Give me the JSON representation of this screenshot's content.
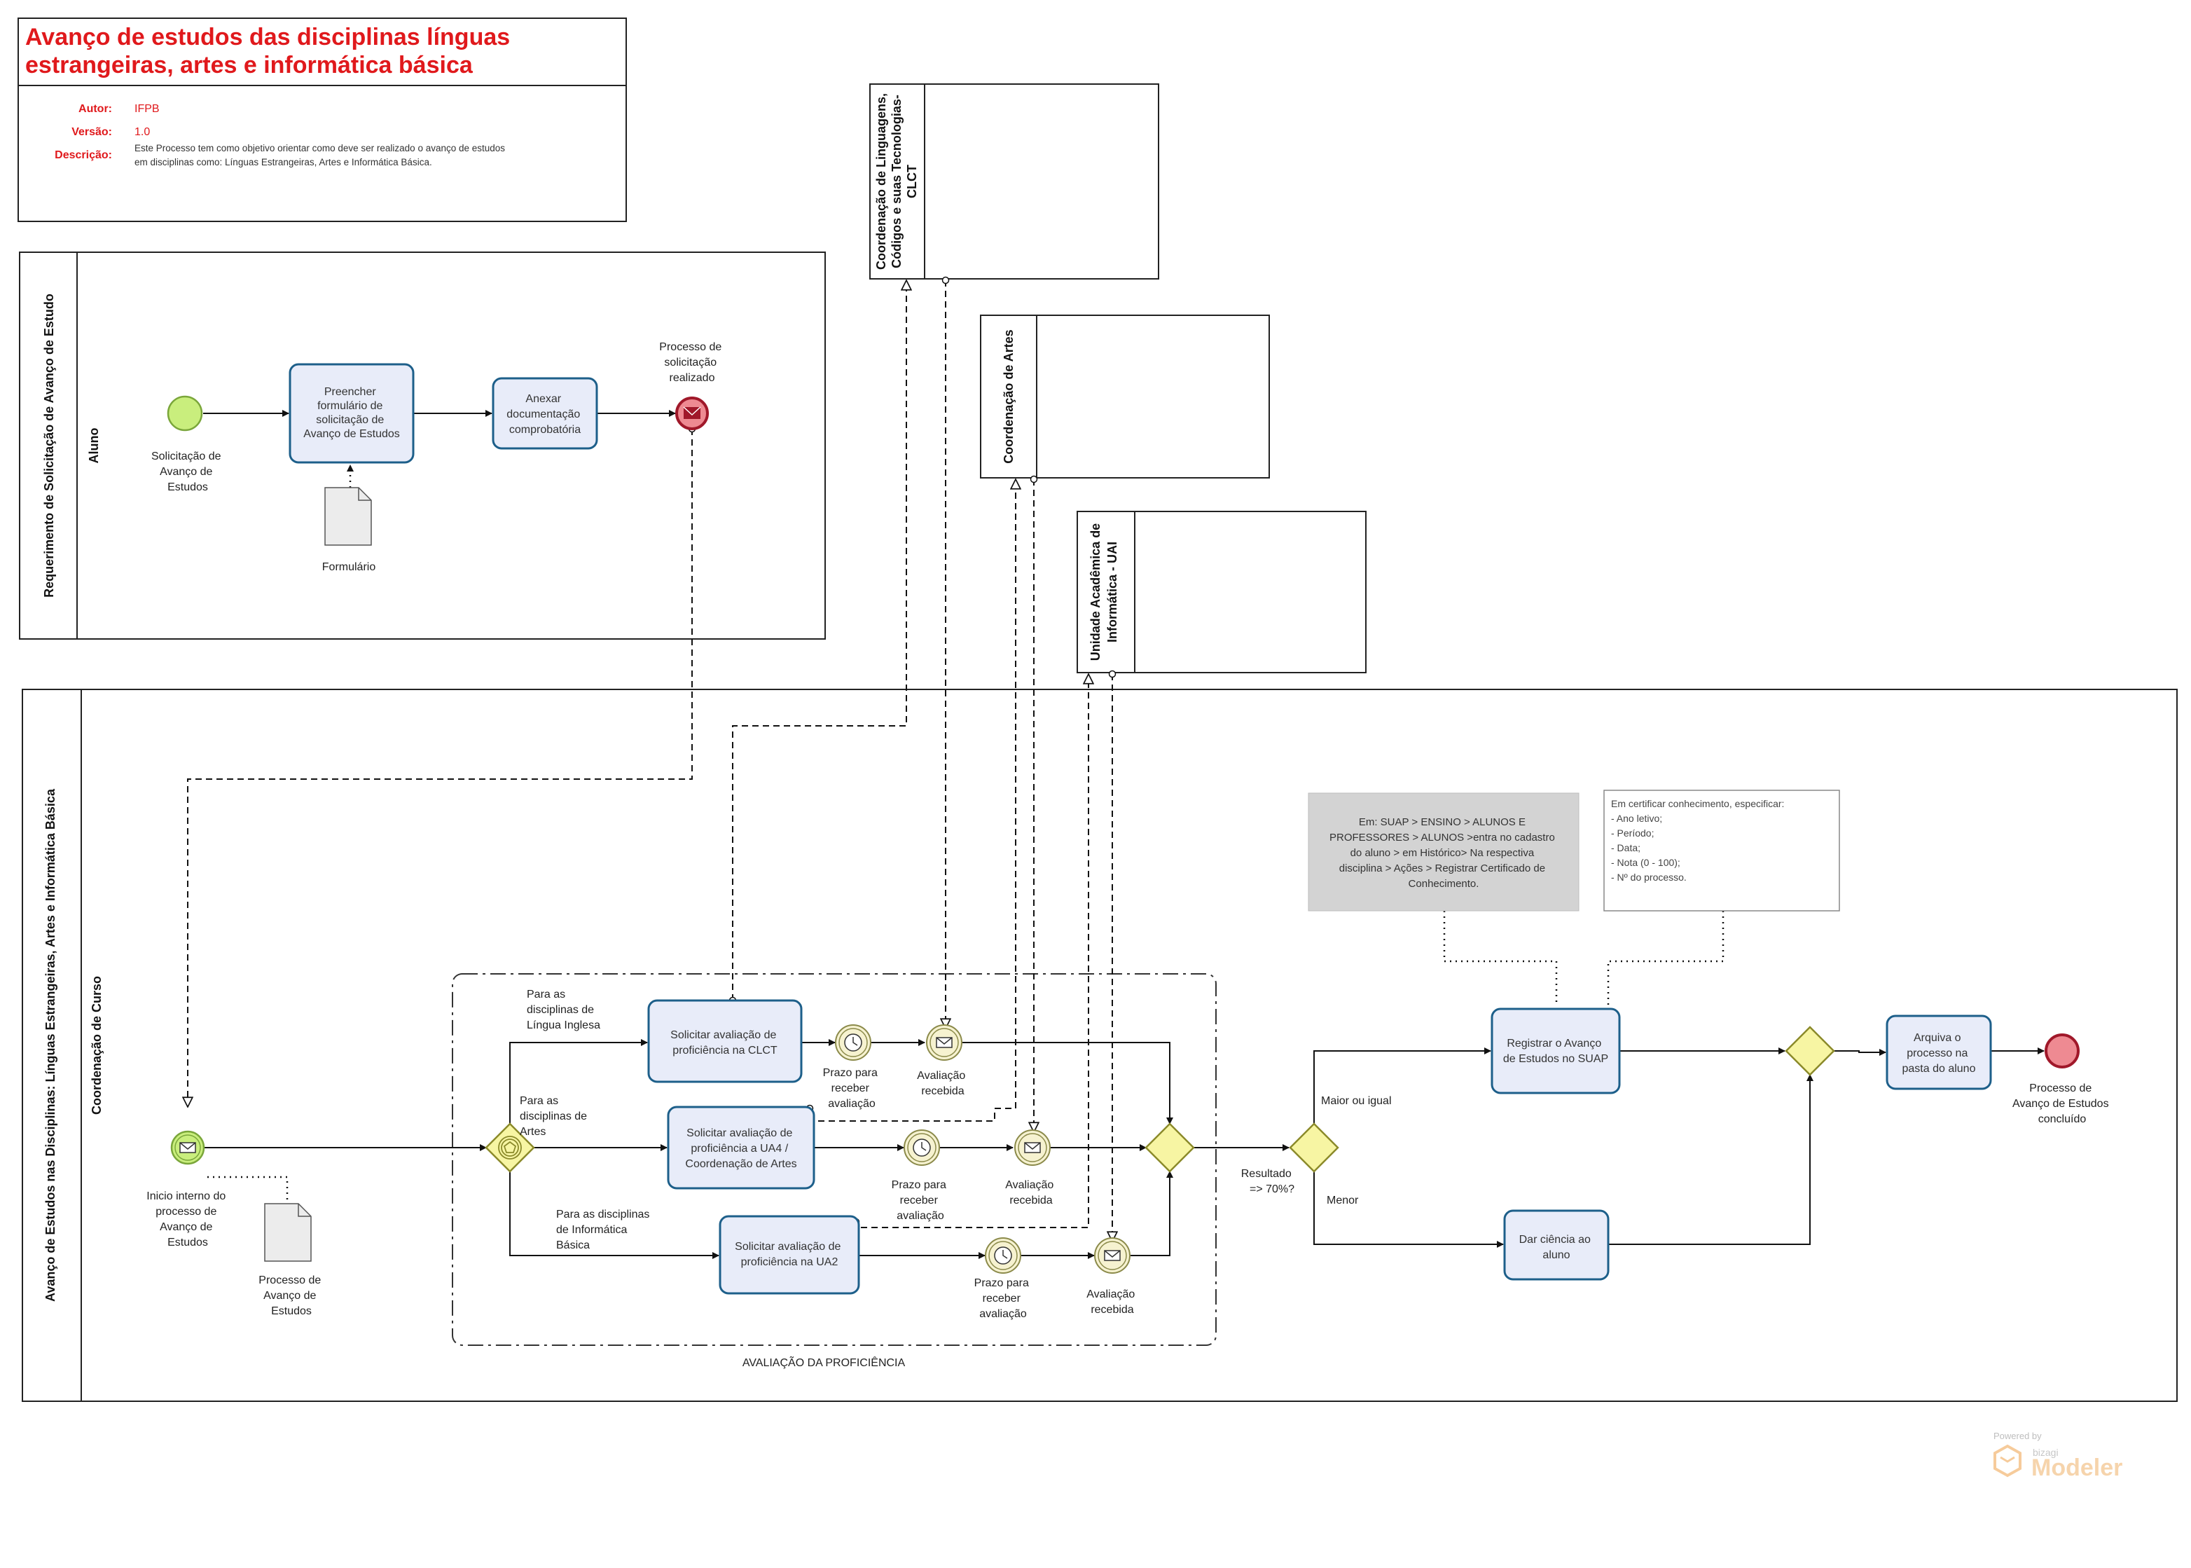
{
  "header": {
    "title_line1": "Avanço de estudos das disciplinas línguas",
    "title_line2": "estrangeiras, artes e informática básica",
    "author_label": "Autor:",
    "author_value": "IFPB",
    "version_label": "Versão:",
    "version_value": "1.0",
    "description_label": "Descrição:",
    "description_line1": "Este Processo tem como objetivo orientar como deve ser realizado o avanço de estudos",
    "description_line2": "em disciplinas como: Línguas Estrangeiras, Artes e Informática Básica."
  },
  "pools": {
    "requerimento": {
      "name": "Requerimento de Solicitação de Avanço de Estudo",
      "lane": "Aluno"
    },
    "clct": {
      "line1": "Coordenação de Linguagens,",
      "line2": "Códigos e suas Tecnologias-",
      "line3": "CLCT"
    },
    "artes": {
      "name": "Coordenação de Artes"
    },
    "uai": {
      "line1": "Unidade Acadêmica de",
      "line2": "Informática - UAI"
    },
    "avanco": {
      "name": "Avanço de Estudos nas Disciplinas: Línguas Estrangeiras, Artes e Informática Básica",
      "lane": "Coordenação de Curso"
    }
  },
  "aluno_lane": {
    "start_event": [
      "Solicitação de",
      "Avanço de",
      "Estudos"
    ],
    "task_form": [
      "Preencher",
      "formulário de",
      "solicitação de",
      "Avanço de Estudos"
    ],
    "task_attach": [
      "Anexar",
      "documentação",
      "comprobatória"
    ],
    "end_event": [
      "Processo de",
      "solicitação",
      "realizado"
    ],
    "document": "Formulário"
  },
  "curso_lane": {
    "start_event": [
      "Inicio interno do",
      "processo de",
      "Avanço de",
      "Estudos"
    ],
    "document": [
      "Processo de",
      "Avanço de",
      "Estudos"
    ],
    "subprocess_label": "AVALIAÇÃO DA PROFICIÊNCIA",
    "branch_ingles": [
      "Para as",
      "disciplinas de",
      "Língua Inglesa"
    ],
    "branch_artes": [
      "Para as",
      "disciplinas de",
      "Artes"
    ],
    "branch_info": [
      "Para as disciplinas",
      "de Informática",
      "Básica"
    ],
    "task_clct": [
      "Solicitar avaliação de",
      "proficiência na CLCT"
    ],
    "task_ua4": [
      "Solicitar avaliação de",
      "proficiência a UA4 /",
      "Coordenação de Artes"
    ],
    "task_ua2": [
      "Solicitar avaliação de",
      "proficiência na UA2"
    ],
    "timer_label": [
      "Prazo para",
      "receber",
      "avaliação"
    ],
    "received_label": [
      "Avaliação",
      "recebida"
    ],
    "gateway_result": [
      "Resultado",
      "=> 70%?"
    ],
    "branch_maior": "Maior ou igual",
    "branch_menor": "Menor",
    "task_suap": [
      "Registrar o Avanço",
      "de Estudos no SUAP"
    ],
    "task_ciencia": [
      "Dar ciência ao",
      "aluno"
    ],
    "task_arquiva": [
      "Arquiva o",
      "processo na",
      "pasta do aluno"
    ],
    "end_event": [
      "Processo de",
      "Avanço de Estudos",
      "concluído"
    ],
    "note_suap": [
      "Em: SUAP > ENSINO > ALUNOS E",
      "PROFESSORES > ALUNOS >entra no cadastro",
      "do aluno > em Histórico> Na respectiva",
      "disciplina > Ações > Registrar Certificado de",
      "Conhecimento."
    ],
    "note_cert": [
      "Em certificar conhecimento, especificar:",
      "- Ano letivo;",
      "- Período;",
      "- Data;",
      "- Nota (0 - 100);",
      "- Nº do processo."
    ]
  },
  "watermark": {
    "powered": "Powered by",
    "brand_small": "bizagi",
    "brand": "Modeler"
  },
  "colors": {
    "title_red": "#e0191c",
    "task_fill": "#e8ecf9",
    "task_stroke": "#1d5f8a",
    "start_fill": "#c9ee7d",
    "end_fill": "#ee8a92",
    "gateway_fill": "#f7f5a3",
    "note_gray": "#d3d3d3"
  }
}
